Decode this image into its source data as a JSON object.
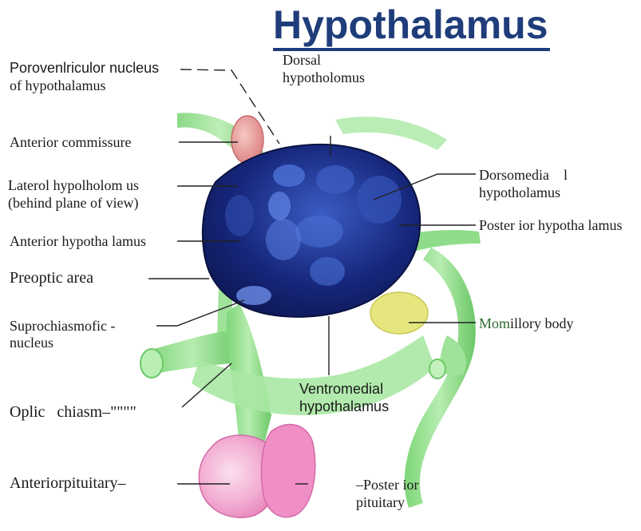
{
  "title": "Hypothalamus",
  "labels": {
    "dorsal": [
      "Dorsal",
      "hypotholomus"
    ],
    "paraventricular": [
      "Porovenlriculor nucleus",
      "of hypothalamus"
    ],
    "anterior_commissure": "Anterior  commissure",
    "lateral": [
      "Laterol hypolholom us",
      "(behind  plane of view)"
    ],
    "dorsomedial": [
      "Dorsomedia    l",
      "hypotholamus"
    ],
    "posterior_hypothalamus": "Poster ior hypotha lamus",
    "anterior_hypothalamus": "Anterior  hypotha lamus",
    "preoptic": "Preoptic area",
    "suprachiasmatic": [
      "Suprochiasmofic -",
      "nucleus"
    ],
    "mammillary_prefix": "Mom",
    "mammillary_suffix": "illory body",
    "ventromedial": [
      "Ventromedial",
      "hypothalamus"
    ],
    "optic_chiasm": "Oplic   chiasm–\"\"\"\"",
    "anterior_pituitary": "Anteriorpituitary–",
    "posterior_pituitary": [
      "–Poster ior",
      "pituitary"
    ]
  },
  "colors": {
    "title": "#1f3d7a",
    "hypothalamus": "#13236b",
    "tract_green": "#8fdd8a",
    "pituitary_pink": "#f0a7cf",
    "commissure": "#e79a98",
    "mammillary_yellow": "#e9e98a"
  }
}
